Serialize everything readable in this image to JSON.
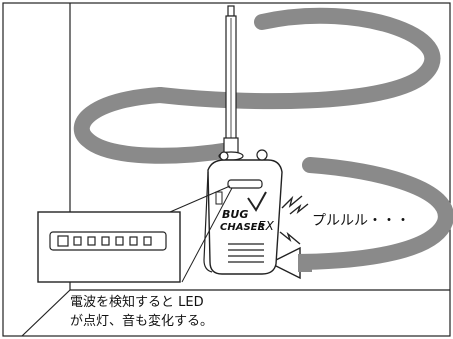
{
  "product": {
    "brand_line1": "BUG",
    "brand_line2": "CHASER",
    "brand_suffix": "EX"
  },
  "sound_text": "プルルル・・・",
  "led_indicator": {
    "segments": 7
  },
  "caption": {
    "line1": "電波を検知すると LED",
    "line2": "が点灯、音も変化する。"
  },
  "colors": {
    "signal_wave": "#8a8a8a",
    "outline": "#222222",
    "device_body": "#ffffff"
  }
}
